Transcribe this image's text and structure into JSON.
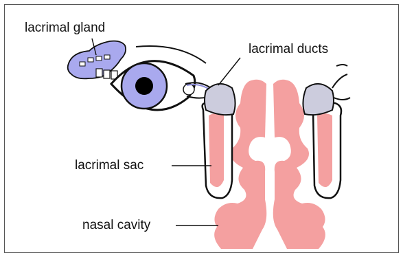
{
  "labels": {
    "gland": "lacrimal gland",
    "ducts": "lacrimal ducts",
    "sac": "lacrimal sac",
    "nasal": "nasal cavity"
  },
  "colors": {
    "gland": "#a9a9ee",
    "iris": "#a9a9ee",
    "nasal": "#f4a0a0",
    "sac_fill": "#f4a0a0",
    "outline": "#111111",
    "frame": "#555555"
  },
  "icons": [
    "eye-icon",
    "lacrimal-gland-icon",
    "nasal-cavity-icon",
    "lacrimal-sac-icon"
  ]
}
